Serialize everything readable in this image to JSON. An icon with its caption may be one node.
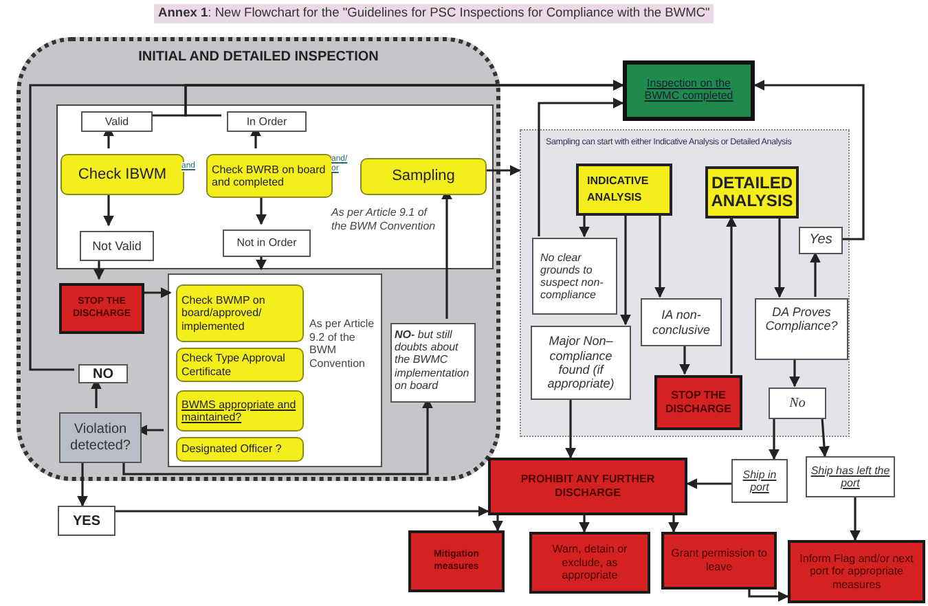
{
  "diagram": {
    "title": "**Annex 1**: New Flowchart for the \"Guidelines for PSC Inspections for Compliance with the BWMC\"",
    "nodes": [
      {
        "text": [
          "INITIAL AND DETAILED INSPECTION"
        ]
      },
      {
        "text": [
          "As per Article 9.1 of the BWM Convention"
        ],
        "in": 0
      },
      {
        "text": [
          "Valid"
        ],
        "in": 1
      },
      {
        "text": [
          "In Order"
        ],
        "in": 1
      },
      {
        "text": [
          "Check IBWM"
        ],
        "in": 1
      },
      {
        "text": [
          "Check BWRB on board and completed"
        ],
        "in": 1
      },
      {
        "text": [
          "Sampling"
        ],
        "in": 1
      },
      {
        "text": [
          "Not Valid"
        ],
        "in": 1
      },
      {
        "text": [
          "Not in Order"
        ],
        "in": 1
      },
      {
        "text": [
          "STOP THE DISCHARGE"
        ],
        "in": 0
      },
      {
        "text": [
          "As per Article 9.2 of the BWM Convention"
        ],
        "in": 0
      },
      {
        "text": [
          "Check BWMP on board/approved/ implemented"
        ],
        "in": 10
      },
      {
        "text": [
          "Check Type Approval Certificate"
        ],
        "in": 10
      },
      {
        "text": [
          "BWMS appropriate and maintained?"
        ],
        "in": 10
      },
      {
        "text": [
          "Designated Officer ?"
        ],
        "in": 10
      },
      {
        "text": [
          "NO"
        ],
        "in": 0
      },
      {
        "text": [
          "Violation detected?"
        ],
        "in": 0
      },
      {
        "text": [
          "**NO-** but still doubts about the BWMC implementation on board"
        ],
        "in": 0
      },
      {
        "text": [
          "YES"
        ]
      },
      {
        "text": [
          "Inspection on the BWMC completed"
        ]
      },
      {
        "text": [
          "Sampling can start with either Indicative Analysis or Detailed Analysis"
        ]
      },
      {
        "text": [
          "INDICATIVE ANALYSIS"
        ],
        "in": 20
      },
      {
        "text": [
          "DETAILED ANALYSIS"
        ],
        "in": 20
      },
      {
        "text": [
          "Yes"
        ],
        "in": 20
      },
      {
        "text": [
          "No clear grounds to suspect non-compliance"
        ],
        "in": 20
      },
      {
        "text": [
          "IA non-conclusive"
        ],
        "in": 20
      },
      {
        "text": [
          "DA Proves Compliance?"
        ],
        "in": 20
      },
      {
        "text": [
          "Major Non–compliance found (if appropriate)"
        ],
        "in": 20
      },
      {
        "text": [
          "STOP THE DISCHARGE"
        ],
        "in": 20
      },
      {
        "text": [
          "No"
        ],
        "in": 20
      },
      {
        "text": [
          "PROHIBIT ANY FURTHER DISCHARGE"
        ]
      },
      {
        "text": [
          "Ship in port"
        ]
      },
      {
        "text": [
          "Ship has left the port"
        ]
      },
      {
        "text": [
          "Mitigation measures"
        ]
      },
      {
        "text": [
          "Warn, detain or exclude, as appropriate"
        ]
      },
      {
        "text": [
          "Grant permission to leave"
        ]
      },
      {
        "text": [
          "Inform Flag and/or next port for appropriate measures"
        ]
      }
    ],
    "edges": [
      {
        "from": 4,
        "to": 2,
        "arrow": "to"
      },
      {
        "from": 5,
        "to": 3,
        "arrow": "to"
      },
      {
        "from": 2,
        "to": 19,
        "arrow": "to"
      },
      {
        "from": 3,
        "to": 19,
        "arrow": "to"
      },
      {
        "from": 4,
        "to": 7,
        "arrow": "to"
      },
      {
        "from": 5,
        "to": 8,
        "arrow": "to"
      },
      {
        "from": 7,
        "to": 9,
        "arrow": "to"
      },
      {
        "from": 9,
        "to": 11,
        "arrow": "to"
      },
      {
        "from": 8,
        "to": 10,
        "arrow": "to"
      },
      {
        "from": 10,
        "to": 16,
        "arrow": "to"
      },
      {
        "from": 16,
        "to": 15,
        "arrow": "to"
      },
      {
        "from": 15,
        "to": 19,
        "arrow": "to"
      },
      {
        "from": 16,
        "to": 18,
        "arrow": "to"
      },
      {
        "from": 16,
        "to": 17,
        "arrow": "to"
      },
      {
        "from": 17,
        "to": 6,
        "arrow": "to"
      },
      {
        "from": 6,
        "to": 20,
        "arrow": "to"
      },
      {
        "from": 18,
        "to": 30,
        "arrow": "to"
      },
      {
        "from": 21,
        "to": 24,
        "arrow": "to"
      },
      {
        "from": 21,
        "to": 27,
        "arrow": "to"
      },
      {
        "from": 21,
        "to": 25,
        "arrow": "to"
      },
      {
        "from": 24,
        "to": 19,
        "arrow": "to"
      },
      {
        "from": 25,
        "to": 28,
        "arrow": "to"
      },
      {
        "from": 28,
        "to": 22,
        "arrow": "to"
      },
      {
        "from": 22,
        "to": 26,
        "arrow": "to"
      },
      {
        "from": 26,
        "to": 23,
        "arrow": "to"
      },
      {
        "from": 23,
        "to": 19,
        "arrow": "to"
      },
      {
        "from": 26,
        "to": 29,
        "arrow": "to"
      },
      {
        "from": 29,
        "to": 31,
        "arrow": "to"
      },
      {
        "from": 29,
        "to": 32,
        "arrow": "to"
      },
      {
        "from": 27,
        "to": 30,
        "arrow": "to"
      },
      {
        "from": 31,
        "to": 30,
        "arrow": "to"
      },
      {
        "from": 32,
        "to": 36,
        "arrow": "to"
      },
      {
        "from": 30,
        "to": 33,
        "arrow": "to"
      },
      {
        "from": 30,
        "to": 34,
        "arrow": "to"
      },
      {
        "from": 30,
        "to": 35,
        "arrow": "to"
      },
      {
        "from": 35,
        "to": 36,
        "arrow": "to"
      }
    ],
    "labels": [
      "and",
      "and/ or"
    ]
  }
}
